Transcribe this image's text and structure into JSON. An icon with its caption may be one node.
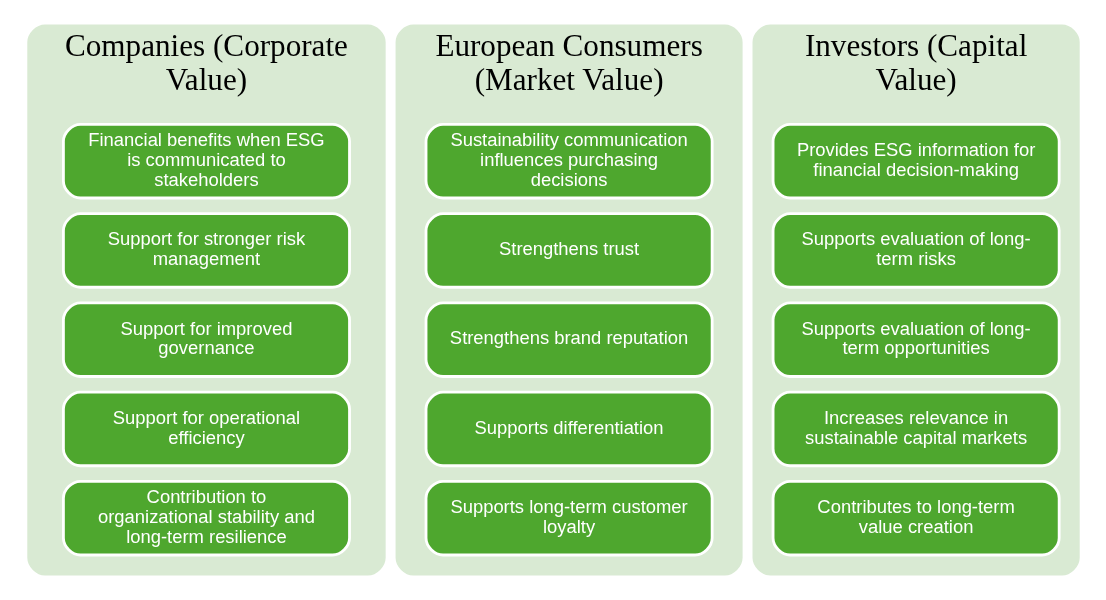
{
  "diagram": {
    "nodes": [
      {
        "text": [
          "Companies (Corporate Value)"
        ]
      },
      {
        "text": [
          "Financial benefits when ESG is communicated to stakeholders"
        ],
        "in": 0
      },
      {
        "text": [
          "Support for stronger risk management"
        ],
        "in": 0
      },
      {
        "text": [
          "Support for improved governance"
        ],
        "in": 0
      },
      {
        "text": [
          "Support for operational efficiency"
        ],
        "in": 0
      },
      {
        "text": [
          "Contribution to organizational stability and long-term resilience"
        ],
        "in": 0
      },
      {
        "text": [
          "European Consumers (Market Value)"
        ]
      },
      {
        "text": [
          "Sustainability communication influences purchasing decisions"
        ],
        "in": 6
      },
      {
        "text": [
          "Strengthens trust"
        ],
        "in": 6
      },
      {
        "text": [
          "Strengthens brand reputation"
        ],
        "in": 6
      },
      {
        "text": [
          "Supports differentiation"
        ],
        "in": 6
      },
      {
        "text": [
          "Supports long-term customer loyalty"
        ],
        "in": 6
      },
      {
        "text": [
          "Investors (Capital Value)"
        ]
      },
      {
        "text": [
          "Provides ESG information for financial decision-making"
        ],
        "in": 12
      },
      {
        "text": [
          "Supports evaluation of long-term risks"
        ],
        "in": 12
      },
      {
        "text": [
          "Supports evaluation of long-term opportunities"
        ],
        "in": 12
      },
      {
        "text": [
          "Increases relevance in sustainable capital markets"
        ],
        "in": 12
      },
      {
        "text": [
          "Contributes to long-term value creation"
        ],
        "in": 12
      }
    ],
    "edges": []
  }
}
